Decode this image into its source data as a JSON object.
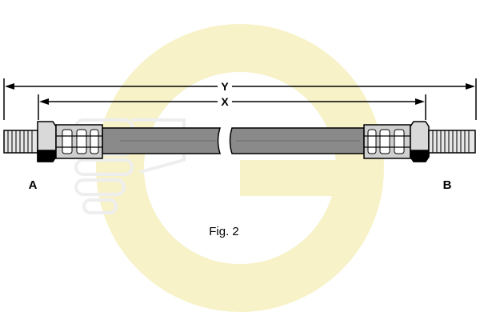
{
  "dimensions": {
    "outer_label": "Y",
    "inner_label": "X"
  },
  "ends": {
    "left_label": "A",
    "right_label": "B"
  },
  "caption": "Fig. 2",
  "colors": {
    "watermark": "#f7f2c8",
    "hose": "#8a8a8a",
    "fitting": "#d9d9d9",
    "line": "#000000"
  }
}
